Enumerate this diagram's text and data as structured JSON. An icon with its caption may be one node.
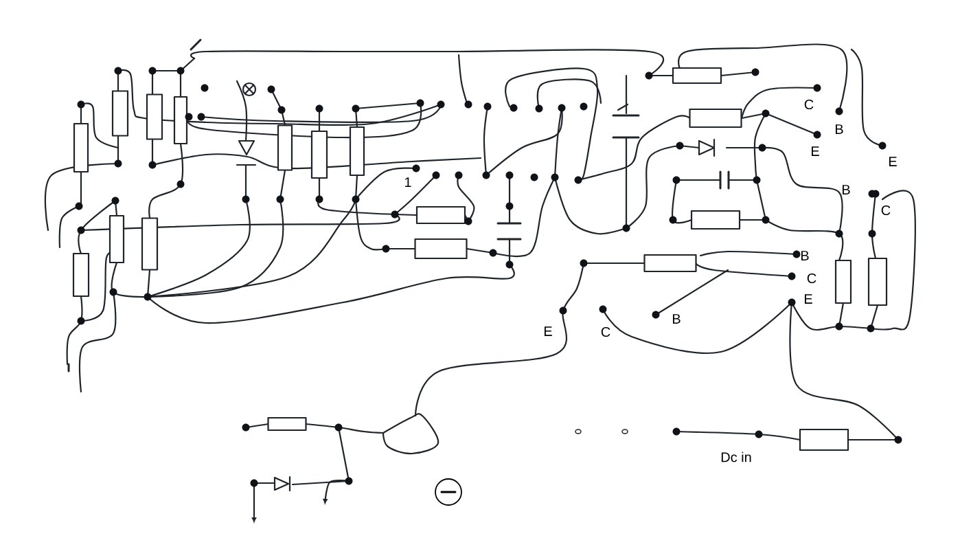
{
  "diagram": {
    "labels": [
      "C",
      "B",
      "E",
      "E",
      "1",
      "B",
      "C",
      "B",
      "C",
      "E",
      "B",
      "E",
      "C",
      "Dc in"
    ]
  }
}
